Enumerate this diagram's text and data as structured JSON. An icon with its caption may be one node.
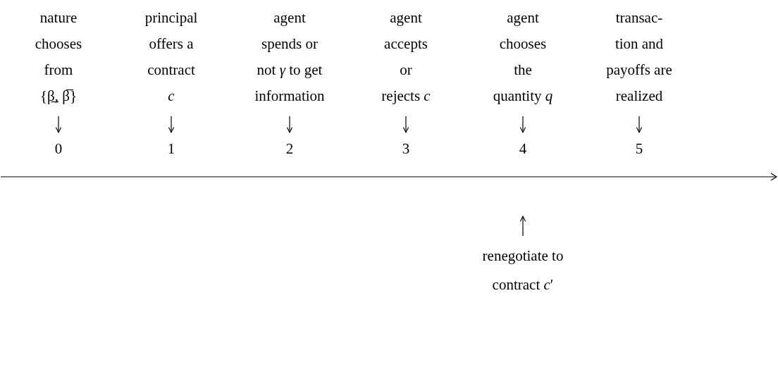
{
  "diagram": {
    "nodes": [
      {
        "text": [
          "nature chooses from {β̲, β̅}"
        ]
      },
      {
        "text": [
          "principal offers a contract *c*"
        ]
      },
      {
        "text": [
          "agent spends or not *γ* to get information"
        ]
      },
      {
        "text": [
          "agent accepts or rejects *c*"
        ]
      },
      {
        "text": [
          "agent chooses the quantity *q*"
        ]
      },
      {
        "text": [
          "transac- tion and payoffs are realized"
        ]
      },
      {
        "text": [
          "0"
        ]
      },
      {
        "text": [
          "1"
        ]
      },
      {
        "text": [
          "2"
        ]
      },
      {
        "text": [
          "3"
        ]
      },
      {
        "text": [
          "4"
        ]
      },
      {
        "text": [
          "5"
        ]
      },
      {
        "text": [
          "renegotiate to contract *c*′"
        ]
      }
    ],
    "edges": [
      {
        "from": 0,
        "to": 6,
        "arrow": "to"
      },
      {
        "from": 1,
        "to": 7,
        "arrow": "to"
      },
      {
        "from": 2,
        "to": 8,
        "arrow": "to"
      },
      {
        "from": 3,
        "to": 9,
        "arrow": "to"
      },
      {
        "from": 4,
        "to": 10,
        "arrow": "to"
      },
      {
        "from": 5,
        "to": 11,
        "arrow": "to"
      },
      {
        "from": 12,
        "to": null,
        "arrow": "to"
      }
    ]
  }
}
